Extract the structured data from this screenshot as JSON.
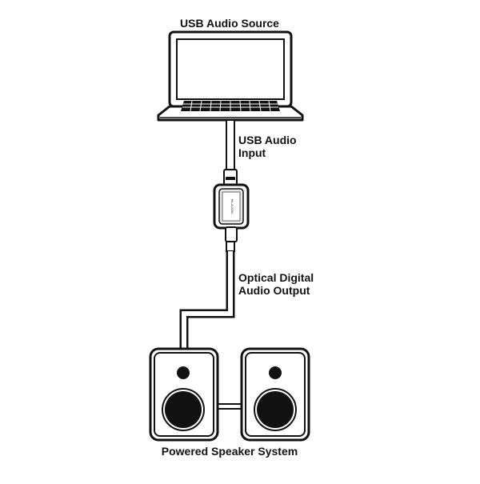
{
  "diagram": {
    "title_source": "USB Audio Source",
    "label_usb_line1": "USB Audio",
    "label_usb_line2": "Input",
    "label_optical_line1": "Optical Digital",
    "label_optical_line2": "Audio Output",
    "title_speakers": "Powered Speaker System",
    "converter_text": "HL-AU200"
  },
  "colors": {
    "line": "#111111",
    "fill_light": "#ffffff",
    "speaker_face": "#f2f2f2",
    "screen": "#ffffff"
  }
}
